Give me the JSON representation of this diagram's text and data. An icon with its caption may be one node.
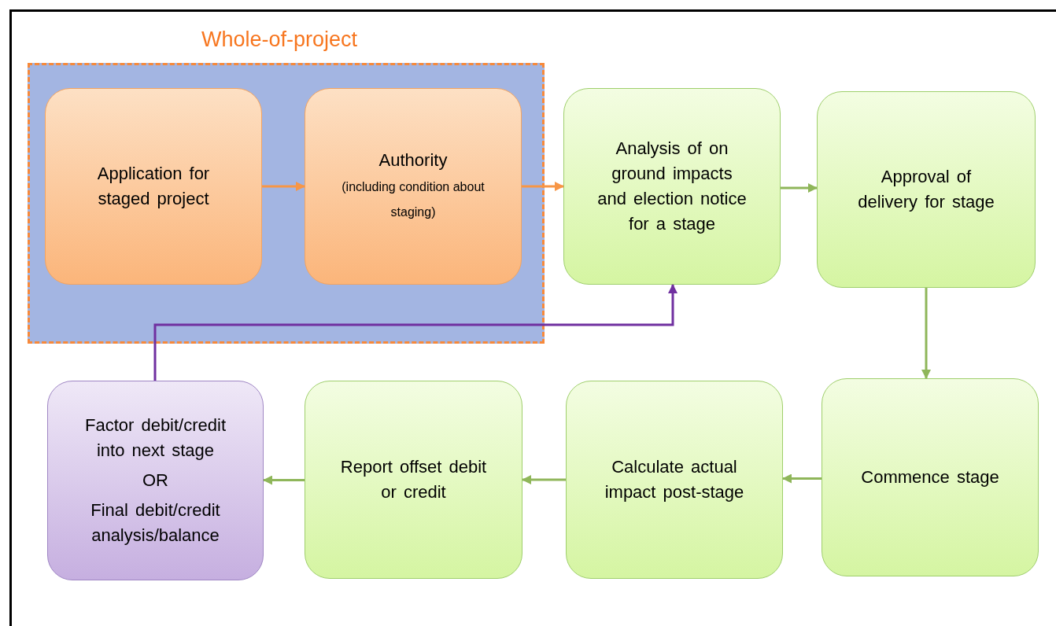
{
  "diagram": {
    "nodes": [
      {
        "text": [
          "Whole-of-project"
        ]
      },
      {
        "text": [
          "Application for staged project"
        ],
        "in": 0
      },
      {
        "text": [
          "Authority",
          "(including condition about staging)"
        ],
        "in": 0
      },
      {
        "text": [
          "Analysis of on ground impacts and election notice for a stage"
        ]
      },
      {
        "text": [
          "Approval of delivery for stage"
        ]
      },
      {
        "text": [
          "Commence stage"
        ]
      },
      {
        "text": [
          "Calculate actual impact post-stage"
        ]
      },
      {
        "text": [
          "Report offset debit or credit"
        ]
      },
      {
        "text": [
          "Factor debit/credit into next stage",
          "OR",
          "Final debit/credit analysis/balance"
        ]
      }
    ],
    "edges": [
      {
        "from": 1,
        "to": 2,
        "arrow": "to",
        "color": "#f79646"
      },
      {
        "from": 2,
        "to": 3,
        "arrow": "to",
        "color": "#f79646"
      },
      {
        "from": 3,
        "to": 4,
        "arrow": "to"
      },
      {
        "from": 4,
        "to": 5,
        "arrow": "to"
      },
      {
        "from": 5,
        "to": 6,
        "arrow": "to"
      },
      {
        "from": 6,
        "to": 7,
        "arrow": "to"
      },
      {
        "from": 7,
        "to": 8,
        "arrow": "to"
      },
      {
        "from": 8,
        "to": 3,
        "arrow": "to",
        "color": "#7030a0"
      }
    ]
  }
}
